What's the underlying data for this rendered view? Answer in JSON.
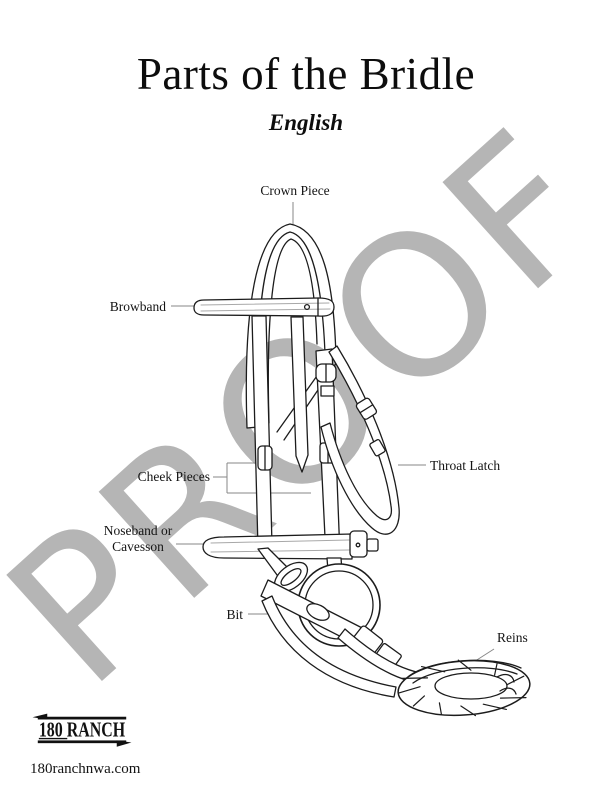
{
  "page": {
    "title": "Parts of the Bridle",
    "subtitle": "English"
  },
  "watermark": {
    "text": "PROOF",
    "color": "#b5b5b5"
  },
  "diagram": {
    "labels": {
      "crown_piece": "Crown Piece",
      "browband": "Browband",
      "cheek_pieces": "Cheek Pieces",
      "throat_latch": "Throat Latch",
      "noseband_line1": "Noseband or",
      "noseband_line2": "Cavesson",
      "bit": "Bit",
      "reins": "Reins"
    }
  },
  "footer": {
    "logo_text": "180 RANCH",
    "website": "180ranchnwa.com"
  },
  "colors": {
    "ink": "#1c1c1c",
    "pointer_line": "#878787",
    "watermark_gray": "#b5b5b5",
    "paper": "#ffffff"
  }
}
